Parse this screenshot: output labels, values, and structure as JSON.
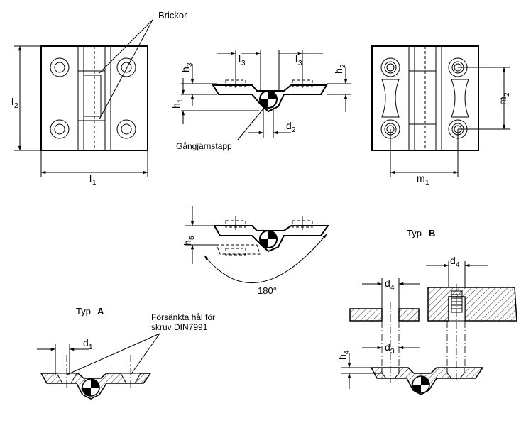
{
  "labels": {
    "brickor": "Brickor",
    "gangjarnstapp": "Gångjärnstapp",
    "angle": "180°",
    "typ_a_prefix": "Typ",
    "typ_a_letter": "A",
    "typ_b_prefix": "Typ",
    "typ_b_letter": "B",
    "forsankta_line1": "Försänkta hål för",
    "forsankta_line2": "skruv DIN7991"
  },
  "dimensions": {
    "l": "l",
    "h": "h",
    "d": "d",
    "m": "m",
    "l1_sub": "1",
    "l2_sub": "2",
    "l3_sub": "3",
    "h1_sub": "1",
    "h2_sub": "2",
    "h3_sub": "3",
    "h4_sub": "4",
    "h5_sub": "5",
    "d1_sub": "1",
    "d2_sub": "2",
    "d3_sub": "3",
    "d4_sub": "4",
    "m1_sub": "1",
    "m2_sub": "2"
  }
}
